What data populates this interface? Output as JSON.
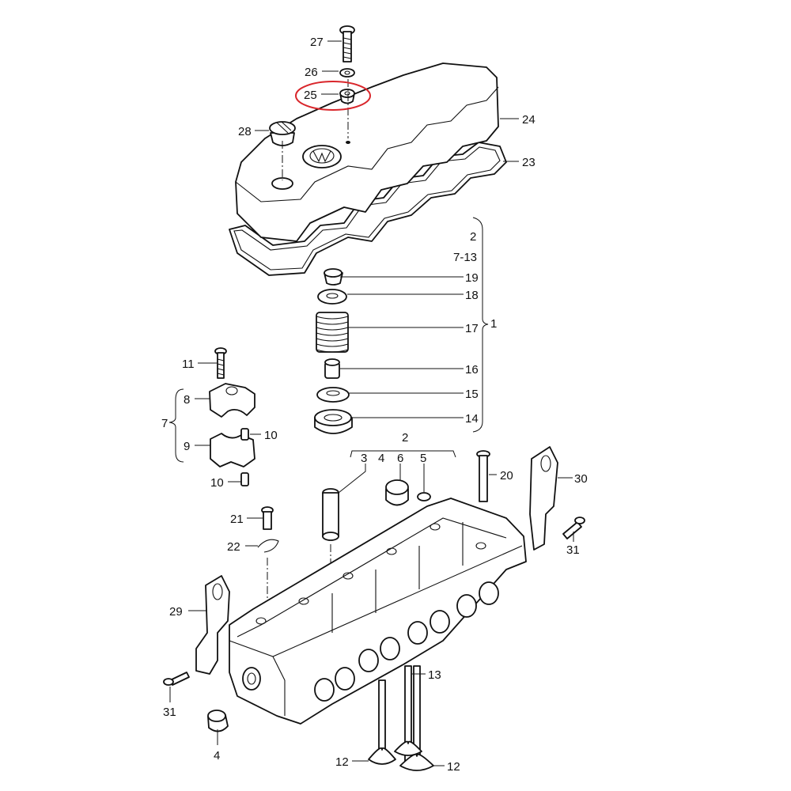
{
  "diagram": {
    "highlight_color": "#d9262b",
    "labels": {
      "l27": "27",
      "l26": "26",
      "l25": "25",
      "l28": "28",
      "l24": "24",
      "l23": "23",
      "l2a": "2",
      "l713": "7-13",
      "l19": "19",
      "l18": "18",
      "l17": "17",
      "l1": "1",
      "l16": "16",
      "l15": "15",
      "l14": "14",
      "l11": "11",
      "l8": "8",
      "l7": "7",
      "l10a": "10",
      "l9": "9",
      "l10b": "10",
      "l2b": "2",
      "l3": "3",
      "l4a": "4",
      "l6": "6",
      "l5": "5",
      "l20": "20",
      "l30": "30",
      "l31a": "31",
      "l21": "21",
      "l22": "22",
      "l29": "29",
      "l31b": "31",
      "l13": "13",
      "l4b": "4",
      "l12a": "12",
      "l12b": "12"
    }
  }
}
